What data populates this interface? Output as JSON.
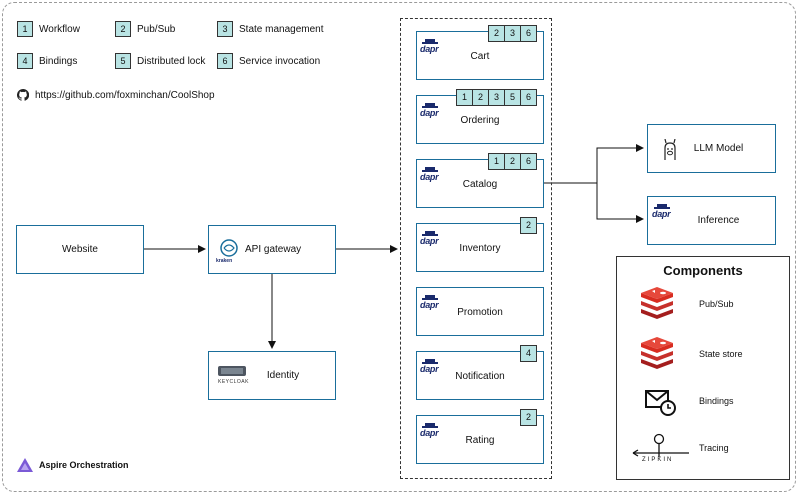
{
  "legend": [
    {
      "num": "1",
      "label": "Workflow"
    },
    {
      "num": "2",
      "label": "Pub/Sub"
    },
    {
      "num": "3",
      "label": "State management"
    },
    {
      "num": "4",
      "label": "Bindings"
    },
    {
      "num": "5",
      "label": "Distributed lock"
    },
    {
      "num": "6",
      "label": "Service invocation"
    }
  ],
  "repo_url": "https://github.com/foxminchan/CoolShop",
  "nodes": {
    "website": "Website",
    "api_gateway": "API gateway",
    "api_gateway_logo": "kraken",
    "identity": "Identity",
    "identity_logo": "KEYCLOAK",
    "llm_model": "LLM Model",
    "inference": "Inference"
  },
  "dapr_logo": "dapr",
  "services": [
    {
      "name": "Cart",
      "tags": [
        "2",
        "3",
        "6"
      ]
    },
    {
      "name": "Ordering",
      "tags": [
        "1",
        "2",
        "3",
        "5",
        "6"
      ]
    },
    {
      "name": "Catalog",
      "tags": [
        "1",
        "2",
        "6"
      ]
    },
    {
      "name": "Inventory",
      "tags": [
        "2"
      ]
    },
    {
      "name": "Promotion",
      "tags": []
    },
    {
      "name": "Notification",
      "tags": [
        "4"
      ]
    },
    {
      "name": "Rating",
      "tags": [
        "2"
      ]
    }
  ],
  "components": {
    "title": "Components",
    "items": [
      {
        "label": "Pub/Sub",
        "icon": "redis-icon"
      },
      {
        "label": "State store",
        "icon": "redis-icon"
      },
      {
        "label": "Bindings",
        "icon": "mail-clock-icon"
      },
      {
        "label": "Tracing",
        "icon": "zipkin-icon"
      }
    ],
    "zipkin_word": "ZIPKIN"
  },
  "footer": {
    "label": "Aspire Orchestration"
  },
  "colors": {
    "box_border": "#1a6e9b",
    "tag_fill": "#b9e4e4",
    "dapr_blue": "#1a2a6c",
    "redis_red": "#c6302b",
    "aspire_purple": "#7b5ad6"
  }
}
